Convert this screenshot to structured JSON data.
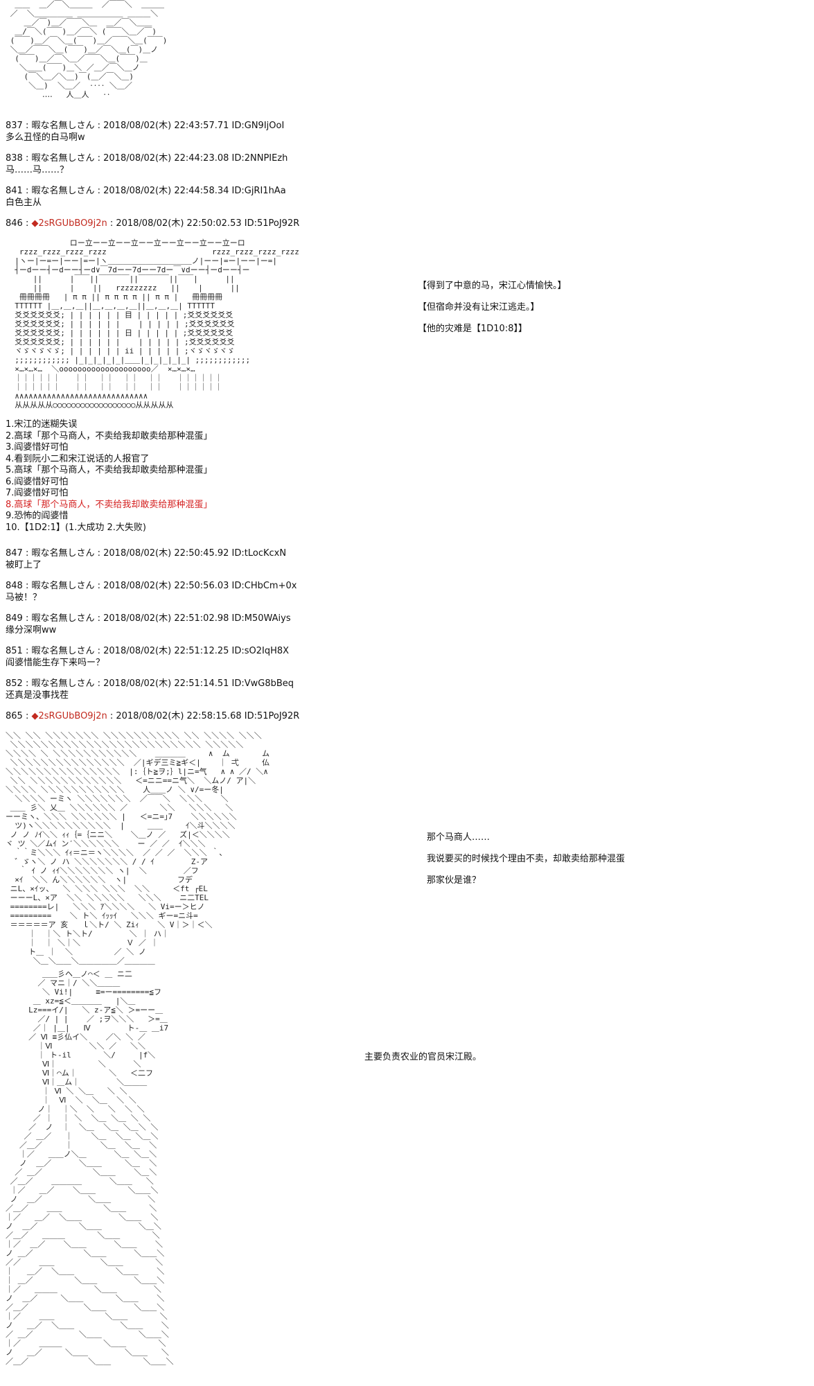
{
  "page": {
    "background": "#ffffff"
  },
  "colors": {
    "text": "#111111",
    "trip_name": "#c22a1f",
    "red_highlight": "#d42020"
  },
  "posts": [
    {
      "num": "837 : ",
      "name": "暇な名無しさん",
      "meta": " : 2018/08/02(木) 22:43:57.71 ID:GN9IjOoI",
      "body": "多么丑怪的白马啊w"
    },
    {
      "num": "838 : ",
      "name": "暇な名無しさん",
      "meta": " : 2018/08/02(木) 22:44:23.08 ID:2NNPIEzh",
      "body": "马……马……？"
    },
    {
      "num": "841 : ",
      "name": "暇な名無しさん",
      "meta": " : 2018/08/02(木) 22:44:58.34 ID:GjRI1hAa",
      "body": "白色主从"
    },
    {
      "num": "846 : ",
      "name": "◆2sRGUbBO9j2n",
      "meta": " : 2018/08/02(木) 22:50:02.53 ID:51PoJ92R",
      "body": ""
    },
    {
      "num": "847 : ",
      "name": "暇な名無しさん",
      "meta": " : 2018/08/02(木) 22:50:45.92 ID:tLocKcxN",
      "body": "被盯上了"
    },
    {
      "num": "848 : ",
      "name": "暇な名無しさん",
      "meta": " : 2018/08/02(木) 22:50:56.03 ID:CHbCm+0x",
      "body": "马被！？"
    },
    {
      "num": "849 : ",
      "name": "暇な名無しさん",
      "meta": " : 2018/08/02(木) 22:51:02.98 ID:M50WAiys",
      "body": "缘分深啊ww"
    },
    {
      "num": "851 : ",
      "name": "暇な名無しさん",
      "meta": " : 2018/08/02(木) 22:51:12.25 ID:sO2IqH8X",
      "body": "阎婆惜能生存下来吗ー？"
    },
    {
      "num": "852 : ",
      "name": "暇な名無しさん",
      "meta": " : 2018/08/02(木) 22:51:14.51 ID:VwG8bBeq",
      "body": "还真是没事找茬"
    },
    {
      "num": "865 : ",
      "name": "◆2sRGUbBO9j2n",
      "meta": " : 2018/08/02(木) 22:58:15.68 ID:51PoJ92R",
      "body": ""
    }
  ],
  "narration_846": {
    "lines": [
      "【得到了中意的马，宋江心情愉快。】",
      "【但宿命并没有让宋江逃走。】",
      "【他的灾难是【1D10:8】】"
    ]
  },
  "choice_list": {
    "items": [
      "1.宋江的迷糊失误",
      "2.高球「那个马商人，不卖给我却敢卖给那种混蛋」",
      "3.阎婆惜好可怕",
      "4.看到阮小二和宋江说话的人报官了",
      "5.高球「那个马商人，不卖给我却敢卖给那种混蛋」",
      "6.阎婆惜好可怕",
      "7.阎婆惜好可怕",
      "8.高球「那个马商人，不卖给我却敢卖给那种混蛋」",
      "9.恐怖的阎婆惜",
      "10.【1D2:1】(1.大成功 2.大失败)"
    ]
  },
  "dialogue_865": {
    "lines": [
      "那个马商人……",
      "我说要买的时候找个理由不卖，却敢卖给那种混蛋",
      "那家伙是谁？"
    ]
  },
  "caption_bottom": {
    "text": "主要负责农业的官员宋江殿。"
  },
  "aa_blocks": {
    "opening": {
      "lines": [
        "  ＿＿  ＿／￣＼＿＿＿  ／￣￣＼  ＿＿＿",
        " ／  ＼＿＿＿＿＿ ＿＿＿＿＿＿ ＿＿＿＼",
        "    ＿／￣)＿／￣￣＼＿  ＿／￣＼＿＿",
        "  ＿/￣＼(￣￣)＿／￣＼ (￣￣＼＿／￣)",
        " (￣￣)＿／￣＼＿(￣￣)＿／￣￣＼＿(￣￣)",
        " ＼＿／￣￣＼＿(￣￣)＿／￣＼＿(￣)＿ノ",
        "  (￣￣)＿／￣＼＿／￣￣＼＿(￣￣)＿",
        "   ＼＿＿(￣￣)＿＼ ／＿／￣＼＿ノ",
        "    (￣＼＿／＼＿)￣(＿／￣＼＿)",
        "     ＼＿)  ＼＿／  ‥‥ ＼＿／",
        "        ‥‥   人＿人   ‥"
      ]
    },
    "stable": {
      "lines": [
        "              ロー立ーー立ーー立ーー立ーー立ーー立ーー立ーロ",
        "   rzzz_rzzz_rzzz_rzzz                       rzzz_rzzz_rzzz_rzzz",
        "  |ヽー|ー=ー|ーー|=ー|ヽ＿＿＿＿＿＿＿＿＿＿＿ノ|ーー|=ー|ーー|ー=|",
        "  ┤ーdーー┤ーdーー┤ーd∨￣7dーー7dーー7dー￣∨dーー┤ーdーー┤ー",
        "      ||      |￣￣||￣￣￣￣||￣￣￣￣||￣￣|      ||",
        "      ||      |    ||   rzzzzzzzz   ||    |      ||",
        "   冊冊冊冊   | π π || π π π π || π π |   冊冊冊冊",
        "  ΤΤΤΤΤΤ |＿,＿,＿||＿,＿,＿,＿||＿,＿,＿| ΤΤΤΤΤΤ",
        "  爻爻爻爻爻爻; | | | | | | 目 | | | | | ;爻爻爻爻爻爻",
        "  爻爻爻爻爻爻; | | | | | |    | | | | | ;爻爻爻爻爻爻",
        "  爻爻爻爻爻爻; | | | | | | 日 | | | | | ;爻爻爻爻爻爻",
        "  爻爻爻爻爻爻; | | | | | |    | | | | | ;爻爻爻爻爻爻",
        "  ヾゞヾゞヾゞ; | | | | | | ii | | | | | ;ヾゞヾゞヾゞ",
        "  ;;;;;;;;;;;; |_|_|_|_|_|＿＿|_|_|_|_|_| ;;;;;;;;;;;;",
        "  ×…×…×…  ＼oooooooooooooooooooo／  ×…×…×…",
        "  ｜｜｜｜｜｜   ｜｜  ｜｜  ｜｜  ｜｜   ｜｜｜｜｜｜",
        "  ｜｜｜｜｜｜   ｜｜  ｜｜  ｜｜  ｜｜   ｜｜｜｜｜｜",
        "  ∧∧∧∧∧∧∧∧∧∧∧∧∧∧∧∧∧∧∧∧∧∧∧∧∧∧∧∧∧",
        "  从从从从从○○○○○○○○○○○○○○○○○○从从从从从"
      ]
    },
    "merchant_scene": {
      "lines": [
        "＼＼ ＼＼ ＼＼＼＼＼＼＼ ＼＼＼＼＼＼＼＼＼＼ ＼＼ ＼＼＼＼ ＼＼＼",
        " ＼＼＼＼＼＼＼＼＼＼＼＼＼＼＼＼＼＼＼＼＼＼＼＼＼ ＼＼＼＼＼",
        "＼＼＼＼ ＼ ＼＼＼＼＼＼＼＼＼＼＼    ＿＿＿＿     ∧  ム       ム",
        " ＼＼＼＼＼＼＼＼＼＼＼＼＼＼＼  ／|ギデ三ミ≧ギ＜|    ｜ 弌     仏",
        "＼＼＼＼＼＼＼＼＼＼＼＼＼＼＼  |:｛ト≧ヲ;｝l|ニ=气   ∧ ∧ ／/ ＼∧",
        " ＼＼ ＼＼＼＼＼＼＼＼＼＼＼＼   ＜=ニニ==ニ气＼  ＼ムノ/ ア|＼",
        "＼＼＼＼ ＼＼＼＼＼＼＼＼＼＼＼    人＿＿ノ ＼ ∨/=ー冬|",
        "  ＼＼＼＼ ーミヽ ＼＼＼＼＼＼＼  ／￣￣＼  ＼＼＼    ＼",
        " ＿＿ 彡＼ 乂＿ ＼＼＼＼＼＼ ／       ＼＼   ＼＼＼   ＼",
        "ーーミヽ、＼＼＼ ＼＼＼＼＼＼ |   ＜=ニ=｣7    ＼＼＼＼＼＼",
        "  ツ)ヽ＼＼＼＼＼＼＼＼＼＼  |     ＿＿     ｲ＼斗＼＼＼＼",
        " ノ ノ ﾉｲ＼＼ ｨｨ｛=｛ニニ＼    ＼＿ノ ／   ズ|＜＼＼＼＼",
        "ヾ ツ ＼／ムｲ ン′＼＼＼＼＼＼    ー ／ ／  ｲ＼＼＼",
        "  ｀｀ミ＼＼＼ ｲｨ＝ニ＝ヽ＼＼＼＼  ／ ／ ／  ＼＼＼ ｀、",
        "  ゛ゞヽ＼ ノ ハ ＼＼＼＼＼＼＼ / / ｲ        Z-ア",
        "   ｀ ｲ ノ ｨｲ＼＼＼＼＼＼＼ ヽ|  ＼        ／フ",
        "  ×ｲ  ＼＼ ん＼＼＼＼＼＼  ヽ|           フデ",
        " ニL、×ｲッ、  ＼ ＼＼＼ ＼＼＼  ＼＼     ＜ft ┌EL",
        " ーーーL、×ア  ＼＼ ＼＼＼＼＼   ＼＼＼    ニ二TEL",
        " ========レ|   ＼＼＼ ｱ＼＼＼＼   ＼ Vi=ー＞ヒノ",
        " =========    ＼ ト＼ ｲｯｯｲ   ＼＼＼ ギー=ニ斗=",
        " ＝＝＝＝＝ア 亥   ｌ＼ト/ ＼ Ziｨ    ＼ V｜＞｜＜＼",
        "     ｜  ｜＼ ト＼ト/        ＼ ｜ ハ｜",
        "     ｜  ｜ ＼｜＼          Ｖ ／ ｜",
        "     ト＿ ｜  ＼         ／ ＼ ノ",
        "      ＼＿＼＿＿＼＿＿＿＿＿／＿＿＿＿",
        ""
      ]
    },
    "songjiang_scene": {
      "lines": [
        "        ＿＿彡ヘ＿ノ⌒＜ ＿ ニ二",
        "       ／ マニ｜/ ＼＼＿＿＿",
        "        ＼ Vi!|     ≡=ー========≦フ",
        "      ＿ xz=≦＜＿＿＿＿   |＼＿",
        "     Lz===イ/|   ＼ z-ア≦＼ ＞=ーー＿",
        "       ／/ | |    ／ ;ヲ＼＼＼   ＞=＿",
        "      ／｜ |＿|   Ⅳ        ト-＿ ＿i7",
        "     ／ Ⅵ ≡彡仏イ＼    ／＼ ＼ ／",
        "       ｜Ⅵ        ＼＼ ／   ＼＼",
        "       ｜ ト-il       ＼/     |f＼",
        "        Ⅵ｜         ＼      ＼",
        "        Ⅵ｜⌒ム｜       ＼   ＜二フ",
        "        Ⅵ｜＿ム｜        ＼＿＿＿",
        "        ｜ Ⅵ ＼ ＼＿   ＼ ＼",
        "        ｜  Ⅵ  ＼  ＼＿  ＼ ＼",
        "       ノ｜  ｜＼  ＼   ＼  ＼ ＼",
        "      ／ ｜  ｜ ＼  ＼＿ ＼＿ ＼ ＼",
        "     ／  ノ  ｜  ＼＿  ＼＿ ＼＿＼ ＼",
        "    ／ ＿／   ｜    ＼＿  ＼＿ ＼＿＼",
        "   ／＿／     ｜      ＼＿  ＼＿  ＼",
        "   ｜／   ＿＿ノ＼＿      ＼＿ ＼＿＼",
        "   ノ  ＿／      ＼＿＿     ＼＿  ＼",
        "  ／ ＿／           ＼＿＿    ＼＿＼",
        " ／＿／    ＿＿＿＿      ＼＿＿   ＼",
        " ｜／   ＿／    ＼＿＿       ＼＿＿＼",
        " ノ  ＿／          ＼＿＿        ＼",
        "／＿／    ＿＿         ＼＿＿     ＼",
        "｜／   ＿／  ＼＿＿        ＼＿＿  ＼",
        "ノ  ＿／         ＼＿＿        ＼＿＼",
        "／＿／   ＿＿＿       ＼＿＿       ＼",
        "｜／  ＿／    ＼＿＿      ＼＿＿    ＼",
        "ノ ＿／           ＼＿＿      ＼＿＿＼",
        "／／    ＿＿          ＼＿＿       ＼",
        "｜   ＿／  ＼＿＿         ＼＿＿    ＼",
        "｜ ＿／         ＼＿＿        ＼＿＿＼",
        "｜／   ＿＿＿        ＼＿＿        ＼",
        "ノ  ＿／     ＼＿＿       ＼＿＿    ＼",
        "／＿／            ＼＿＿      ＼＿＿＼",
        "｜／    ＿＿           ＼＿＿       ＼",
        "ノ   ＿／  ＼＿＿          ＼＿＿    ＼",
        "／ ＿／          ＼＿＿        ＼＿＿＼",
        "｜／    ＿＿＿         ＼＿＿       ＼",
        "ノ   ＿／     ＼＿＿        ＼＿＿   ＼",
        "／＿／             ＼＿＿       ＼＿＿＼"
      ]
    }
  }
}
